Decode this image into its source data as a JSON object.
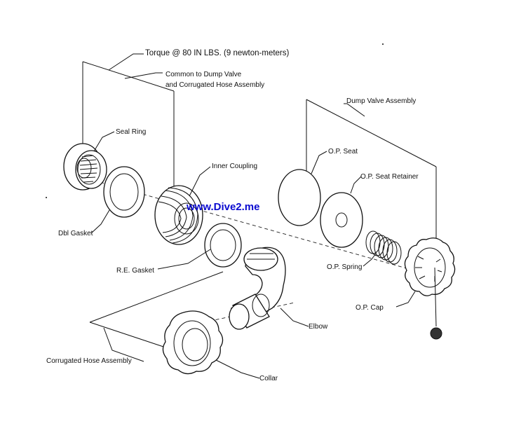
{
  "torque": "Torque @ 80 IN LBS. (9 newton-meters)",
  "common": {
    "line1": "Common to Dump Valve",
    "line2": "and Corrugated Hose Assembly"
  },
  "dump_valve_assembly": "Dump Valve Assembly",
  "watermark": "www.Dive2.me",
  "parts": {
    "seal_ring": "Seal Ring",
    "dbl_gasket": "Dbl Gasket",
    "inner_coupling": "Inner Coupling",
    "re_gasket": "R.E. Gasket",
    "op_seat": "O.P. Seat",
    "op_seat_retainer": "O.P. Seat Retainer",
    "op_spring": "O.P. Spring",
    "op_cap": "O.P. Cap",
    "elbow": "Elbow",
    "corrugated_hose_assembly": "Corrugated Hose Assembly",
    "collar": "Collar"
  }
}
